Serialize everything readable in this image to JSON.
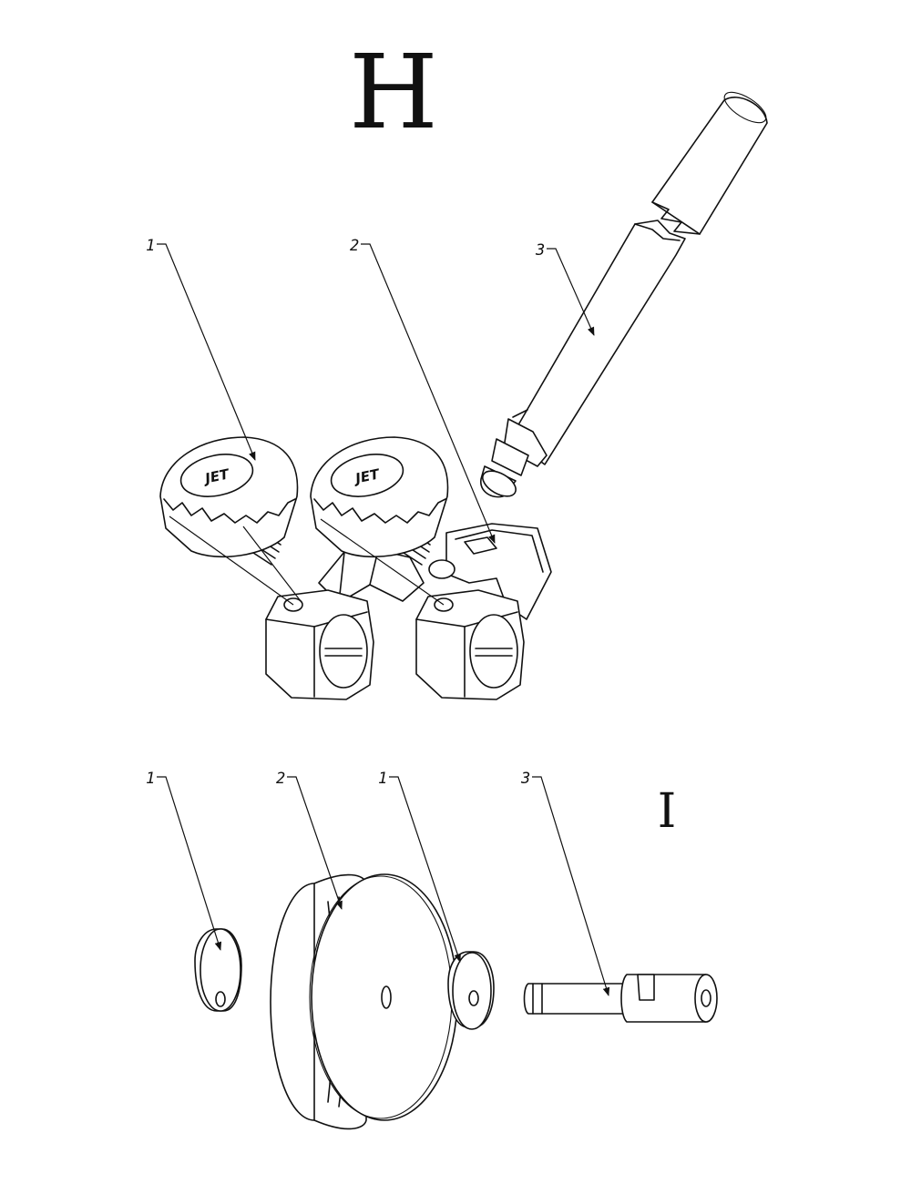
{
  "sections": {
    "top_label": "H",
    "bottom_label": "I"
  },
  "knob_logo": "JET",
  "callouts_top": [
    {
      "id": "1",
      "label": "1"
    },
    {
      "id": "2",
      "label": "2"
    },
    {
      "id": "3",
      "label": "3"
    }
  ],
  "callouts_bottom": [
    {
      "id": "1a",
      "label": "1"
    },
    {
      "id": "2",
      "label": "2"
    },
    {
      "id": "1b",
      "label": "1"
    },
    {
      "id": "3",
      "label": "3"
    }
  ],
  "colors": {
    "line": "#111111",
    "background": "#ffffff"
  }
}
